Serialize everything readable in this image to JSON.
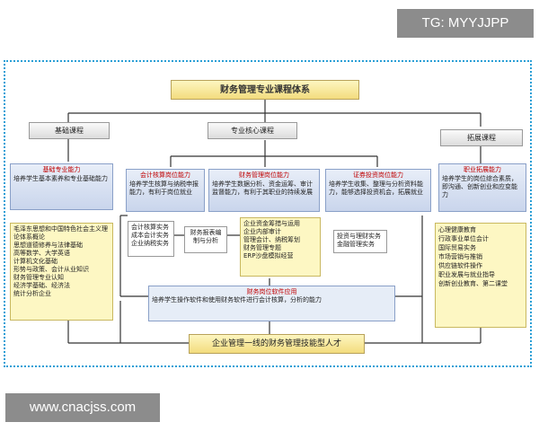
{
  "watermarks": {
    "top": "TG: MYYJJPP",
    "bottom": "www.cnacjss.com"
  },
  "title": "财务管理专业课程体系",
  "headers": {
    "basic": "基础课程",
    "core": "专业核心课程",
    "extend": "拓展课程"
  },
  "basic_ability": {
    "title": "基础专业能力",
    "text": "培养学生基本素养和专业基础能力"
  },
  "accounting_ability": {
    "title": "会计核算岗位能力",
    "text": "培养学生核算与纳税申报能力，有利于岗位就业"
  },
  "finance_ability": {
    "title": "财务管理岗位能力",
    "text": "培养学生数据分析、资金运筹、审计监督能力，有利于其职业的持续发展"
  },
  "securities_ability": {
    "title": "证券投资岗位能力",
    "text": "培养学生收集、整理与分析资料能力，能够选择投资机会，拓展就业"
  },
  "career_ability": {
    "title": "职业拓展能力",
    "text": "培养学生的岗位综合素质，即沟通、创新创业和应变能力"
  },
  "basic_courses": "毛泽东思想和中国特色社会主义理论体系概论\n思想道德修养与法律基础\n高等数学、大学英语\n计算机文化基础\n形势与政策、会计从业知识\n财务管理专业认知\n经济学基础、经济法\n统计分析企业",
  "accounting_courses": "会计核算实务\n成本会计实务\n企业纳税实务",
  "report_analysis": "财务报表编制与分析",
  "finance_courses": "企业资金筹措与运用\n企业内部审计\n管理会计、纳税筹划\n财务管理专题\nERP沙盘模拟经营",
  "securities_courses": "投资与理财实务\n金融管理实务",
  "software_ability": {
    "title": "财务岗位软件应用",
    "text": "培养学生操作软件和使用财务软件进行会计核算，分析的能力"
  },
  "extend_courses": "心理健康教育\n行政事业单位会计\n国际贸易实务\n市场营销与推销\n供应链软件操作\n职业发展与就业指导\n创新创业教育、第二课堂",
  "goal": "企业管理一线的财务管理技能型人才"
}
